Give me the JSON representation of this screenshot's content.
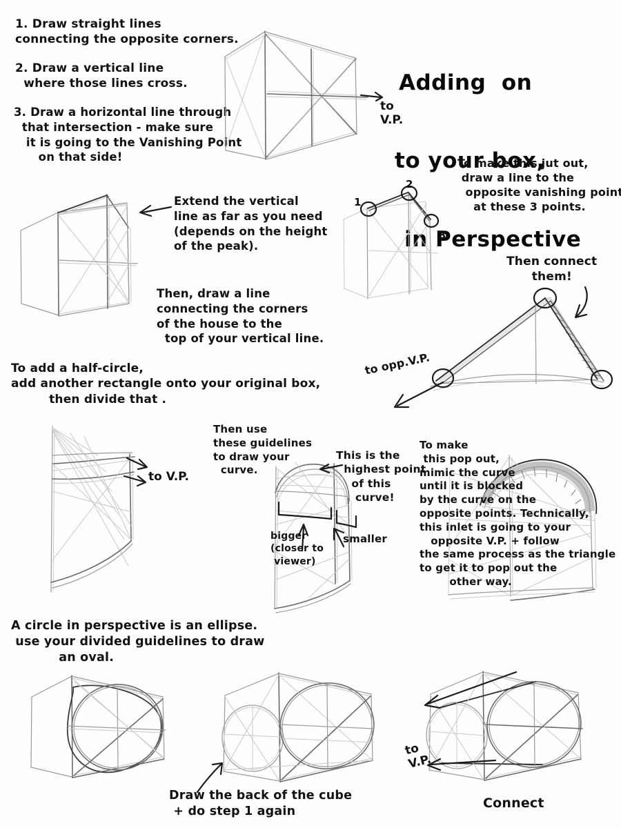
{
  "page": {
    "title_lines": [
      "Adding  on",
      "to your box,",
      "in Perspective"
    ],
    "background_color": "#fefefe",
    "ink_color": "#111111",
    "pencil_color": "#9a9a9a"
  },
  "steps": {
    "step1": "1. Draw straight lines\nconnecting the opposite corners.",
    "step2": "2. Draw a vertical line\n  where those lines cross.",
    "step3": "3. Draw a horizontal line through\n  that intersection - make sure\n   it is going to the Vanishing Point\n      on that side!"
  },
  "annotations": {
    "vp_top": "to\nV.P.",
    "extend_note": "Extend the vertical\nline as far as you need\n(depends on the height\nof the peak).",
    "connect_corners_note": "Then, draw a line\nconnecting the corners\nof the house to the\n  top of your vertical line.",
    "jut_out_note": "To make this jut out,\n draw a line to the\n  opposite vanishing point\n    at these 3 points.",
    "point_1": "1",
    "point_2": "2",
    "point_3": "3",
    "then_connect": "Then connect\n      them!",
    "to_opp_vp": "to opp.V.P.",
    "half_circle_note": "To add a half-circle,\nadd another rectangle onto your original box,\n         then divide that .",
    "to_vp_left": "to V.P.",
    "guidelines_note": "Then use\nthese guidelines\nto draw your\n  curve.",
    "highest_point_note": "This is the\n  highest point\n    of this\n     curve!",
    "bigger_label": "bigger\n(closer to\n viewer)",
    "smaller_label": "smaller",
    "pop_out_note": "To make\n this pop out,\nmimic the curve\nuntil it is blocked\nby the curve on the\nopposite points. Technically,\nthis inlet is going to your\n   opposite V.P. + follow\nthe same process as the triangle\nto get it to pop out the\n        other way.",
    "ellipse_note": "A circle in perspective is an ellipse.\n use your divided guidelines to draw\n           an oval.",
    "back_of_cube_note": "Draw the back of the cube\n + do step 1 again",
    "to_vp_bottom": "to\nV.P.",
    "connect_label": "Connect"
  },
  "figures": {
    "fig1_name": "box-with-diagonals",
    "fig2_name": "house-with-peak",
    "fig3_name": "house-jut-out-points",
    "fig4_name": "triangle-prism-connected",
    "fig5_name": "divided-rectangle-guidelines",
    "fig6_name": "arch-curve-divisions",
    "fig7_name": "arch-pop-out",
    "fig8_name": "cube-with-ellipse",
    "fig9_name": "cube-back-with-ellipse",
    "fig10_name": "cube-ellipse-connected"
  }
}
